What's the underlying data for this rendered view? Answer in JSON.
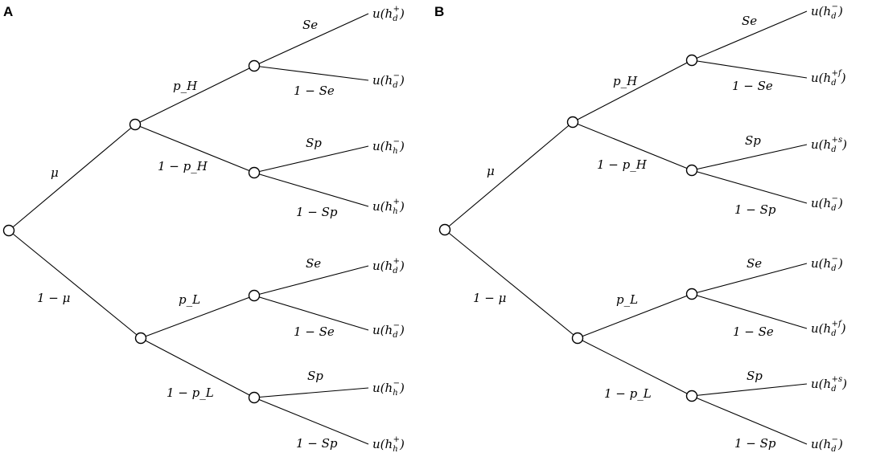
{
  "panels": [
    {
      "letter": "A",
      "labels": {
        "mu": "μ",
        "one_minus_mu": "1 − μ",
        "pH": "p_H",
        "one_minus_pH": "1 − p_H",
        "pL": "p_L",
        "one_minus_pL": "1 − p_L",
        "se1": "Se",
        "one_minus_se1": "1 − Se",
        "sp1": "Sp",
        "one_minus_sp1": "1 − Sp",
        "se2": "Se",
        "one_minus_se2": "1 − Se",
        "sp2": "Sp",
        "one_minus_sp2": "1 − Sp"
      },
      "outcomes": [
        {
          "base": "u(h",
          "sub": "d",
          "sup": "+",
          "close": ")"
        },
        {
          "base": "u(h",
          "sub": "d",
          "sup": "−",
          "close": ")"
        },
        {
          "base": "u(h",
          "sub": "h",
          "sup": "−",
          "close": ")"
        },
        {
          "base": "u(h",
          "sub": "h",
          "sup": "+",
          "close": ")"
        },
        {
          "base": "u(h",
          "sub": "d",
          "sup": "+",
          "close": ")"
        },
        {
          "base": "u(h",
          "sub": "d",
          "sup": "−",
          "close": ")"
        },
        {
          "base": "u(h",
          "sub": "h",
          "sup": "−",
          "close": ")"
        },
        {
          "base": "u(h",
          "sub": "h",
          "sup": "+",
          "close": ")"
        }
      ]
    },
    {
      "letter": "B",
      "labels": {
        "mu": "μ",
        "one_minus_mu": "1 − μ",
        "pH": "p_H",
        "one_minus_pH": "1 − p_H",
        "pL": "p_L",
        "one_minus_pL": "1 − p_L",
        "se1": "Se",
        "one_minus_se1": "1 − Se",
        "sp1": "Sp",
        "one_minus_sp1": "1 − Sp",
        "se2": "Se",
        "one_minus_se2": "1 − Se",
        "sp2": "Sp",
        "one_minus_sp2": "1 − Sp"
      },
      "outcomes": [
        {
          "base": "u(h",
          "sub": "d",
          "sup": "−",
          "close": ")"
        },
        {
          "base": "u(h",
          "sub": "d",
          "sup": "+f",
          "close": ")"
        },
        {
          "base": "u(h",
          "sub": "d",
          "sup": "+s",
          "close": ")"
        },
        {
          "base": "u(h",
          "sub": "d",
          "sup": "−",
          "close": ")"
        },
        {
          "base": "u(h",
          "sub": "d",
          "sup": "−",
          "close": ")"
        },
        {
          "base": "u(h",
          "sub": "d",
          "sup": "+f",
          "close": ")"
        },
        {
          "base": "u(h",
          "sub": "d",
          "sup": "+s",
          "close": ")"
        },
        {
          "base": "u(h",
          "sub": "d",
          "sup": "−",
          "close": ")"
        }
      ]
    }
  ]
}
